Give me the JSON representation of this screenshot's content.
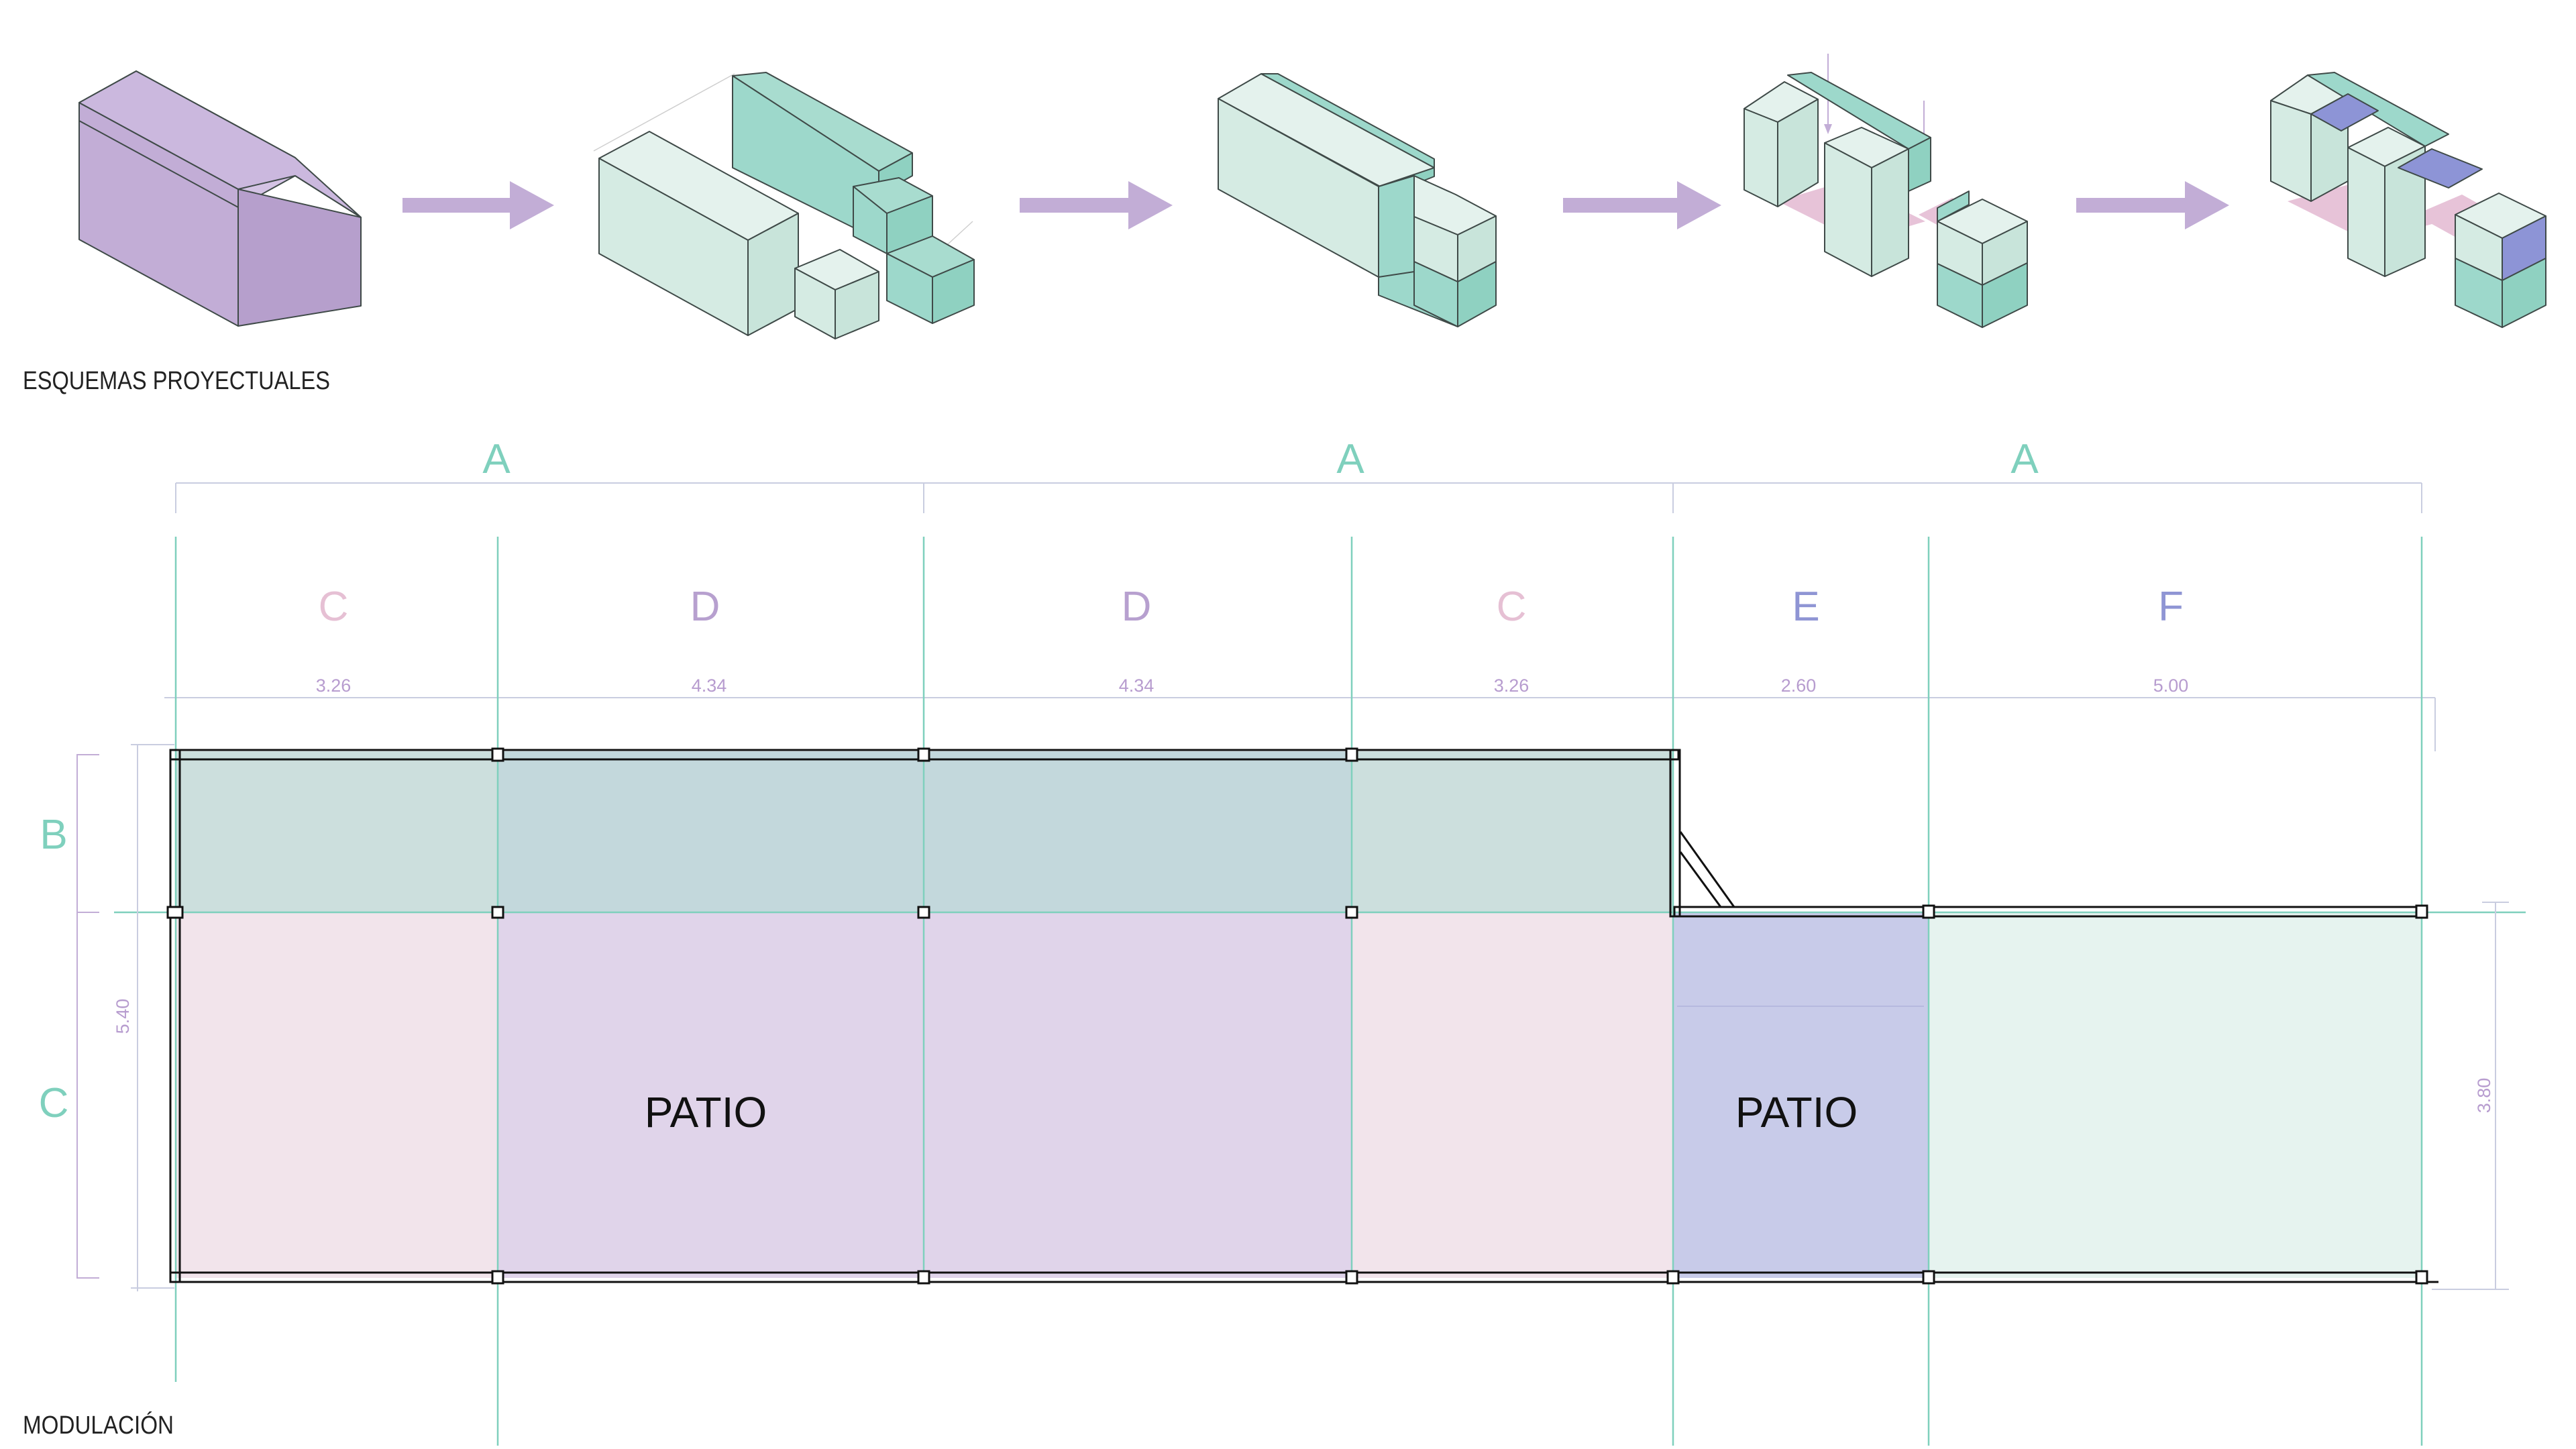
{
  "colors": {
    "teal": "#7fd0bd",
    "purple_mass": "#c2add6",
    "arrow": "#c2add6",
    "light_teal": "#d8ede6",
    "mid_teal": "#9dd8cb",
    "pink": "#e7c3d8",
    "blue": "#8d94d6",
    "zone_top": "#c3d8dc",
    "zone_c": "#f2e4eb",
    "zone_d": "#e0d4ea",
    "zone_e": "#c8cbe9",
    "zone_f": "#e6f3ef",
    "letter_c": "#e6c0d4",
    "letter_d": "#b7a0cf",
    "letter_ef": "#8f95d4",
    "dim_text": "#b79ccf"
  },
  "labels": {
    "esquemas": "ESQUEMAS PROYECTUALES",
    "modulacion": "MODULACIÓN"
  },
  "top_modules": [
    "A",
    "A",
    "A"
  ],
  "bays": [
    {
      "letter": "C",
      "dim": "3.26"
    },
    {
      "letter": "D",
      "dim": "4.34"
    },
    {
      "letter": "D",
      "dim": "4.34"
    },
    {
      "letter": "C",
      "dim": "3.26"
    },
    {
      "letter": "E",
      "dim": "2.60"
    },
    {
      "letter": "F",
      "dim": "5.00"
    }
  ],
  "rows": [
    "B",
    "C"
  ],
  "side_dims": {
    "left": "5.40",
    "right": "3.80"
  },
  "patio_labels": [
    "PATIO",
    "PATIO"
  ],
  "schemes": [
    {
      "name": "scheme-1"
    },
    {
      "name": "scheme-2"
    },
    {
      "name": "scheme-3"
    },
    {
      "name": "scheme-4"
    },
    {
      "name": "scheme-5"
    }
  ]
}
